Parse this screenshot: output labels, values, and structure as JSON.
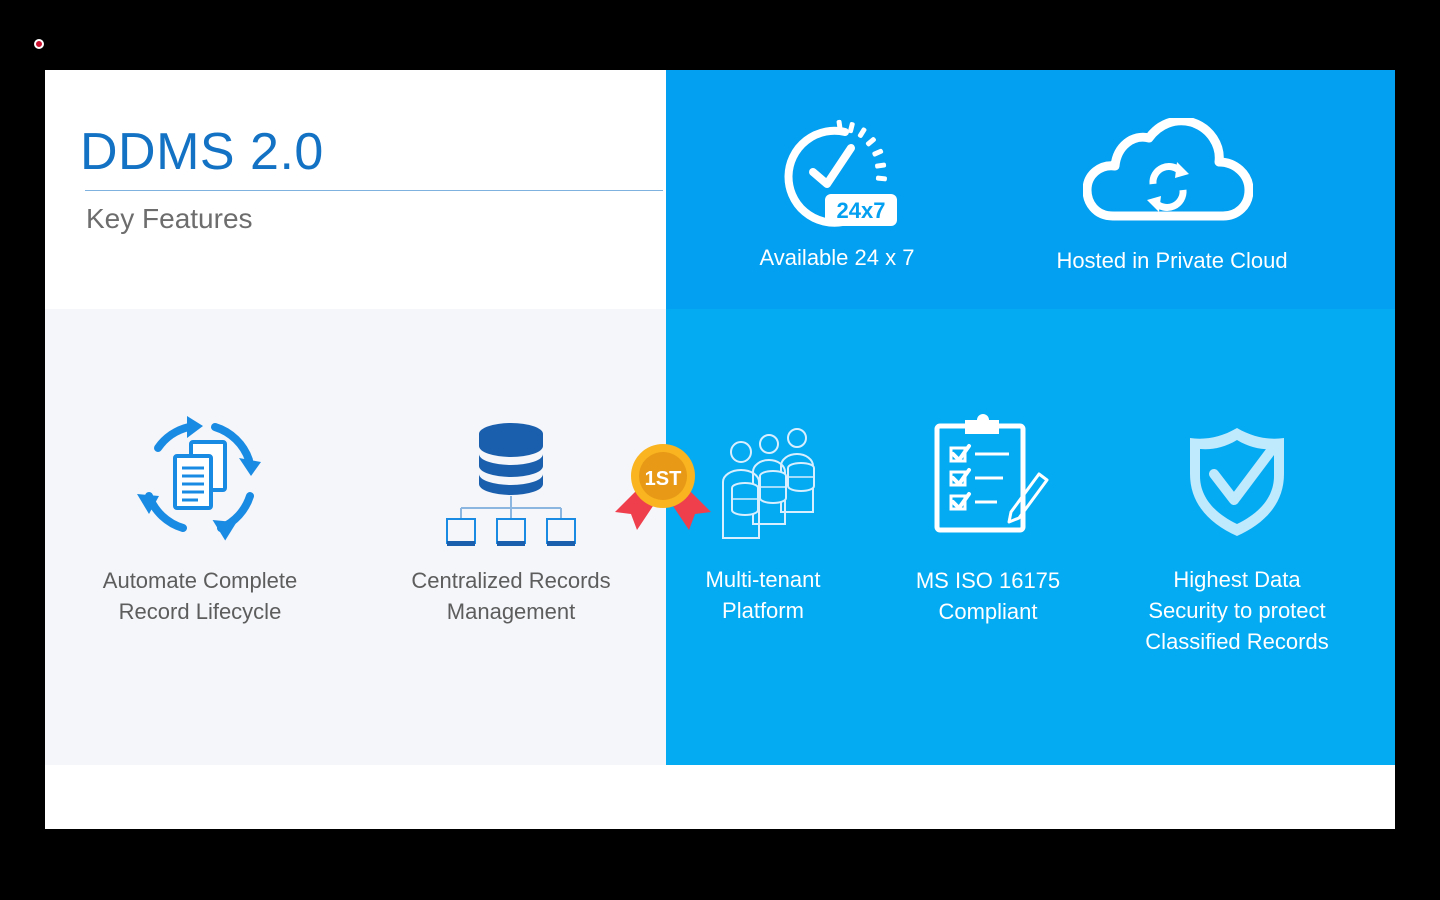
{
  "recording_indicator": {
    "color": "#c8102e"
  },
  "slide": {
    "title": "DDMS 2.0",
    "subtitle": "Key Features",
    "colors": {
      "title": "#1472c4",
      "blue_panel": "#04aaf2",
      "top_blue_panel": "#039ff0",
      "light_panel": "#f4f6fa"
    },
    "badge": {
      "text": "1ST",
      "icon": "award-medal-icon"
    },
    "features": [
      {
        "icon": "clock-24x7-icon",
        "icon_text": "24x7",
        "label": "Available 24 x 7"
      },
      {
        "icon": "cloud-sync-icon",
        "label": "Hosted in Private Cloud"
      },
      {
        "icon": "document-cycle-icon",
        "line1": "Automate Complete",
        "line2": "Record Lifecycle"
      },
      {
        "icon": "database-network-icon",
        "line1": "Centralized Records",
        "line2": "Management"
      },
      {
        "icon": "multi-tenant-icon",
        "line1": "Multi-tenant",
        "line2": "Platform"
      },
      {
        "icon": "clipboard-checklist-icon",
        "line1": "MS ISO 16175",
        "line2": "Compliant"
      },
      {
        "icon": "shield-check-icon",
        "line1": "Highest Data",
        "line2": "Security to protect",
        "line3": "Classified Records"
      }
    ]
  }
}
